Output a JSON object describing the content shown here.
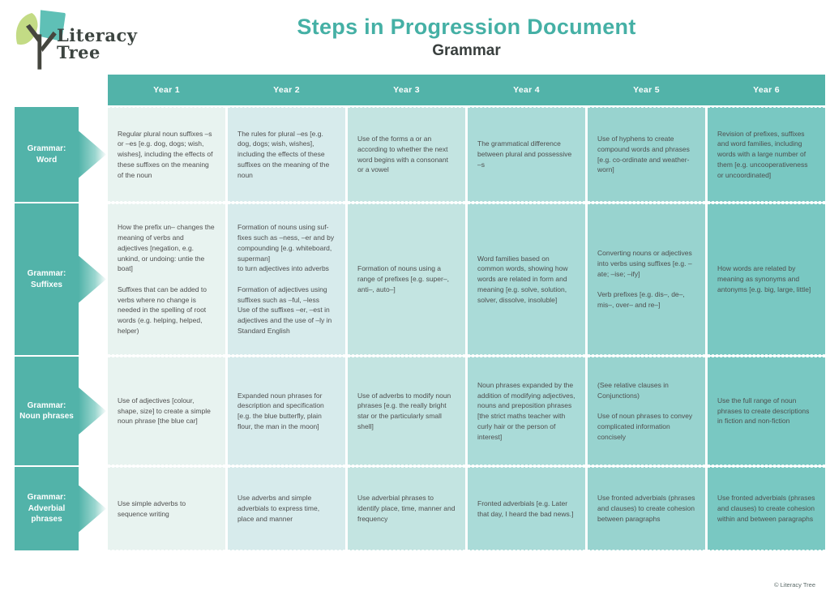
{
  "page": {
    "title": "Steps in Progression Document",
    "subtitle": "Grammar",
    "footer": "© Literacy Tree"
  },
  "logo": {
    "line1": "Literacy",
    "line2": "Tree"
  },
  "colors": {
    "teal": "#52b3a9",
    "title_teal": "#45b0a5",
    "column_shades": [
      "#e8f3f0",
      "#d7ebec",
      "#c3e4e1",
      "#aadbd8",
      "#98d3cf",
      "#79c8c2"
    ],
    "cell_text": "#4f4f4f",
    "logo_leaf_green": "#c3db85",
    "logo_leaf_teal": "#5fc0b6",
    "logo_trunk": "#45463f",
    "logo_text": "#3c4440"
  },
  "table": {
    "columns": [
      "Year 1",
      "Year 2",
      "Year 3",
      "Year 4",
      "Year 5",
      "Year 6"
    ],
    "rows": [
      {
        "header": "Grammar:\nWord",
        "cells": [
          "Regular plural noun suffixes –s or –es [e.g. dog, dogs; wish, wishes], including the effects of these suffixes on the meaning of the noun",
          "The rules for plural –es [e.g. dog, dogs; wish, wishes], including the effects of these suffixes on the meaning of the noun",
          "Use of the forms a or an according to whether the next word begins with a consonant or a vowel",
          "The grammatical difference between plural and possessive –s",
          "Use of hyphens to create compound words and phrases [e.g. co-ordinate and weather-worn]",
          "Revision of prefixes, suffixes and word families, including words with a large number of them [e.g. uncooperativeness or uncoordinated]"
        ]
      },
      {
        "header": "Grammar:\nSuffixes",
        "cells": [
          "How the prefix un– changes the meaning of verbs and adjectives [negation, e.g. unkind, or undoing: untie the boat]\n\nSuffixes that can be added to verbs where no change is needed in the spelling of root words (e.g. helping, helped, helper)",
          "Formation of nouns using suf-fixes such as –ness, –er and by compounding [e.g. whiteboard, superman]\nto turn adjectives into adverbs\n\nFormation of adjectives using suffixes such as –ful, –less\nUse of the suffixes –er, –est in adjectives and the use of –ly in Standard English",
          "Formation of nouns using a range of prefixes [e.g. super–, anti–, auto–]",
          "Word families based on common words, showing how words are related in form and meaning [e.g. solve, solution, solver, dissolve, insoluble]",
          "Converting nouns or adjectives into verbs using suffixes [e.g. –ate; –ise; –ify]\n\nVerb prefixes [e.g. dis–, de–, mis–, over– and re–]",
          "How words are related by meaning as synonyms and antonyms [e.g. big, large, little]"
        ]
      },
      {
        "header": "Grammar:\nNoun phrases",
        "cells": [
          "Use of adjectives [colour, shape, size] to create a simple noun phrase [the blue car]",
          "Expanded noun phrases for description and specification [e.g. the blue butterfly, plain flour, the man in the moon]",
          "Use of adverbs to modify noun phrases [e.g. the really bright star or the particularly small shell]",
          "Noun phrases expanded by the addition of modifying adjectives, nouns and preposition phrases [the strict maths teacher with curly hair or the person of interest]",
          "(See relative clauses in Conjunctions)\n\nUse of noun phrases to convey complicated information concisely",
          "Use the full range of noun phrases to create descriptions in fiction and non-fiction"
        ]
      },
      {
        "header": "Grammar:\nAdverbial\nphrases",
        "cells": [
          "Use simple adverbs to sequence writing",
          "Use adverbs and simple adverbials to express time, place and manner",
          "Use adverbial phrases to identify place, time, manner and frequency",
          "Fronted adverbials [e.g. Later that day, I heard the bad news.]",
          "Use fronted adverbials (phrases and clauses) to create cohesion between paragraphs",
          "Use fronted adverbials (phrases and clauses) to create cohesion within and between paragraphs"
        ]
      }
    ]
  }
}
